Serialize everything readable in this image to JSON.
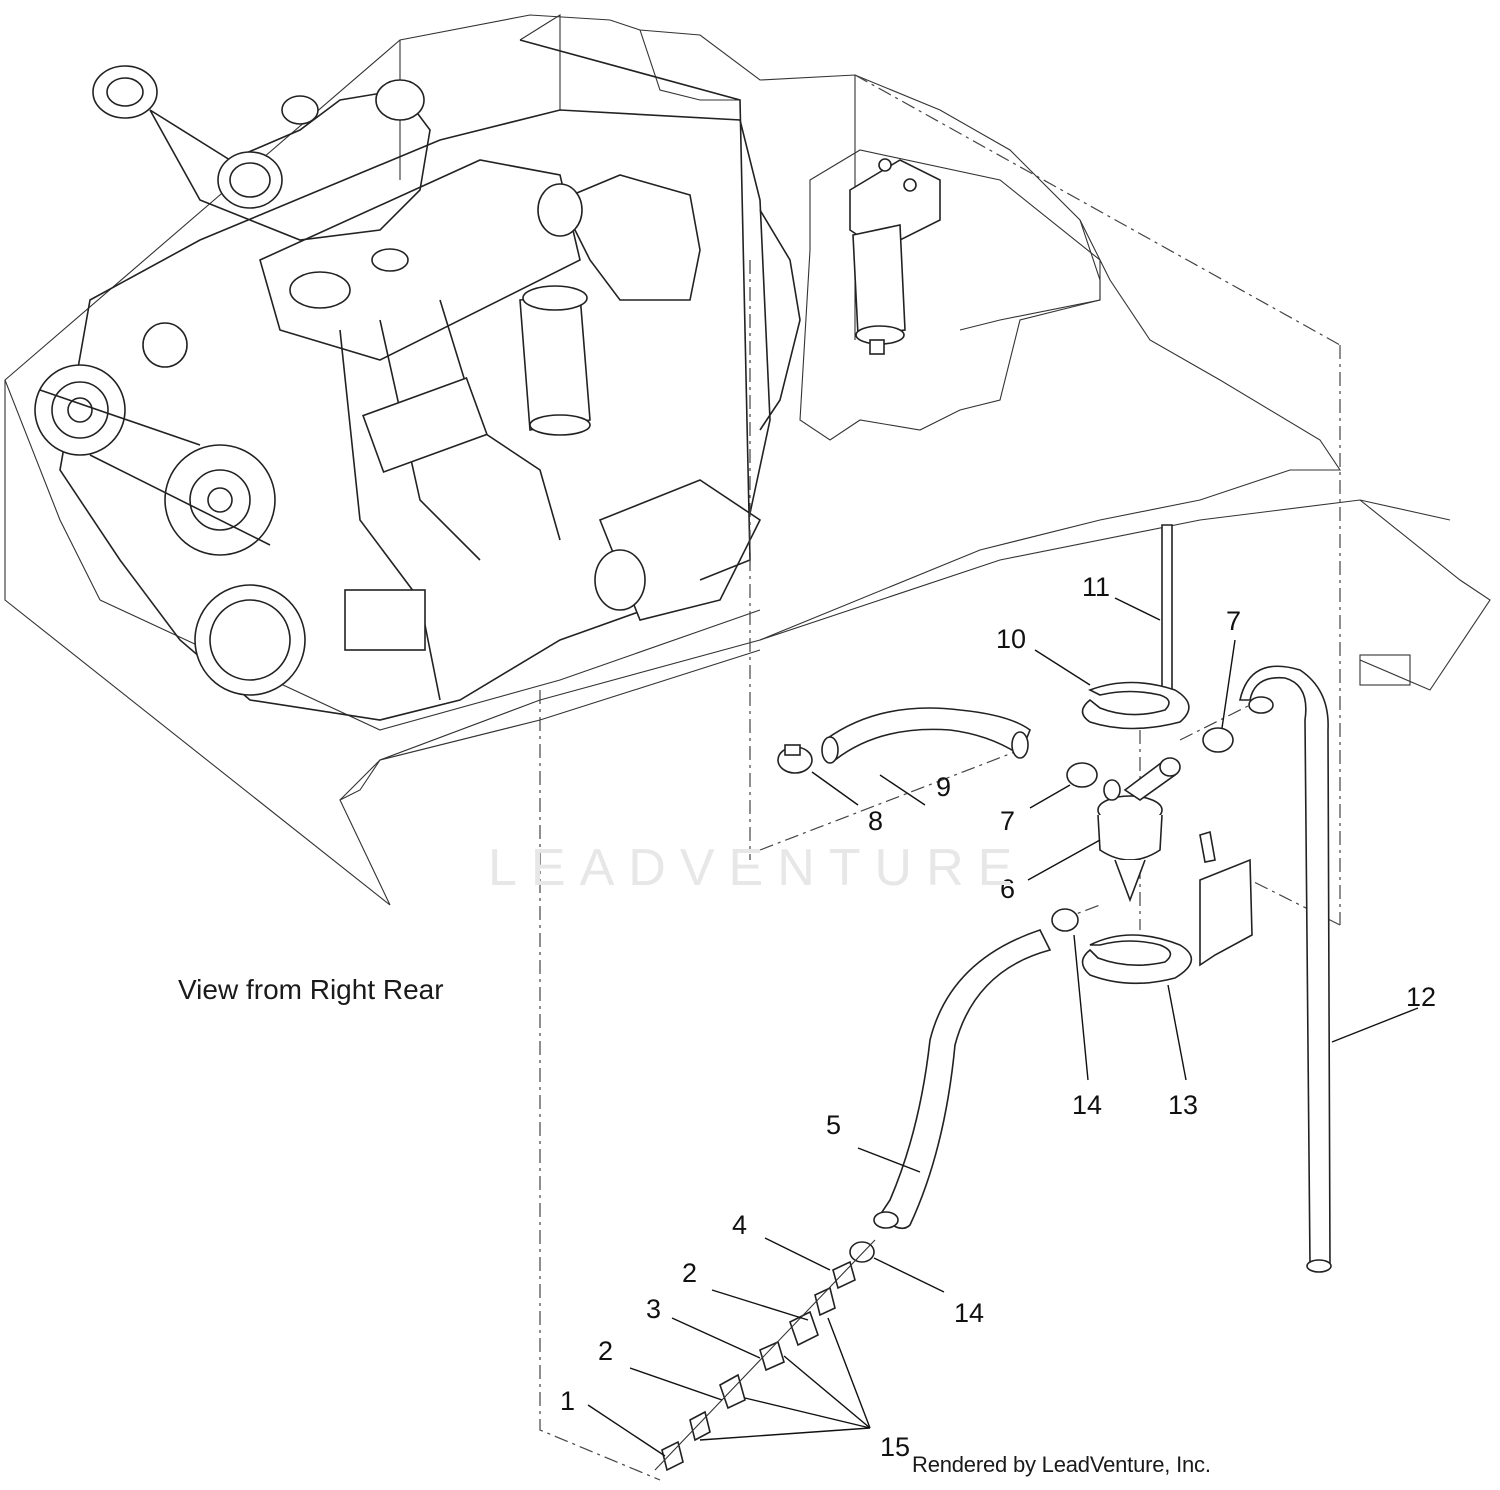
{
  "caption": "View from Right Rear",
  "credit": "Rendered by LeadVenture, Inc.",
  "watermark": "LEADVENTURE",
  "callouts": [
    {
      "label": "1"
    },
    {
      "label": "2"
    },
    {
      "label": "3"
    },
    {
      "label": "2"
    },
    {
      "label": "4"
    },
    {
      "label": "5"
    },
    {
      "label": "6"
    },
    {
      "label": "7"
    },
    {
      "label": "7"
    },
    {
      "label": "8"
    },
    {
      "label": "9"
    },
    {
      "label": "10"
    },
    {
      "label": "11"
    },
    {
      "label": "12"
    },
    {
      "label": "13"
    },
    {
      "label": "14"
    },
    {
      "label": "14"
    },
    {
      "label": "15"
    }
  ]
}
